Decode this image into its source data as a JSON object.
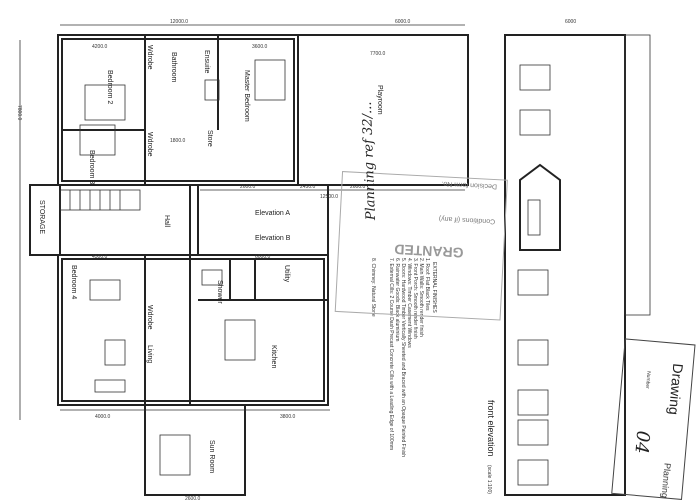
{
  "plan": {
    "rooms": {
      "bedroom2": "Bedroom 2",
      "bathroom": "Bathroom",
      "ensuite": "Ensuite",
      "master": "Master Bedroom",
      "playroom": "Playroom",
      "wdrobe1": "Wdrobe",
      "wdrobe2": "Wdrobe",
      "wdrobe3": "Wdrobe",
      "store": "Store",
      "bedroom3": "Bedroom 3",
      "hall": "Hall",
      "storage": "STORAGE",
      "bedroom4": "Bedroom 4",
      "living": "Living",
      "kitchen": "Kitchen",
      "utility": "Utility",
      "shower": "Shower",
      "sunroom": "Sun Room"
    },
    "elevation_a": "Elevation A",
    "elevation_b": "Elevation B",
    "dims": {
      "top_total": "12000.0",
      "top_right": "6000.0",
      "bed2_w": "4200.0",
      "master_w": "3600.0",
      "playroom_l": "7700.0",
      "left_h": "7800.0",
      "mid_row": "12500.0",
      "bed4_w": "4500.0",
      "kitchen_w": "6000.0",
      "living_w": "4000.0",
      "kitchen_b": "3800.0",
      "sun_w": "2600.0",
      "hall_w": "1800.0",
      "seg1": "2600.0",
      "seg2": "2450.0",
      "seg3": "2600.0"
    }
  },
  "elevation": {
    "title": "front elevation",
    "scale": "(scale 1:100)",
    "width_dim": "6000",
    "finishes_title": "EXTERNAL FINISHES",
    "finishes": [
      "1. Roof: Flat Black Tiles",
      "2. Main Walls: Smooth render finish",
      "3. Front Porch: Smooth render finish",
      "4. Windows: Timber Casement Windows",
      "5. Doors: Hardwood Timber Vertically Sheeted and Braced with an Opaque Painted Finish",
      "6. Rainwater Goods: Black aluminium",
      "7. External Cills: 2 Course Dash Precast Concrete Cills with a Leading Edge of 100mm",
      "8. Chimney: Natural Stone"
    ]
  },
  "stamp": {
    "word": "GRANTED",
    "line1": "Decision form No.",
    "line2": "Conditions (if any)",
    "handwritten": "Planning ref 32/..."
  },
  "title_block": {
    "label": "Drawing",
    "number_label": "Number",
    "number": "04",
    "planning": "Planning"
  }
}
